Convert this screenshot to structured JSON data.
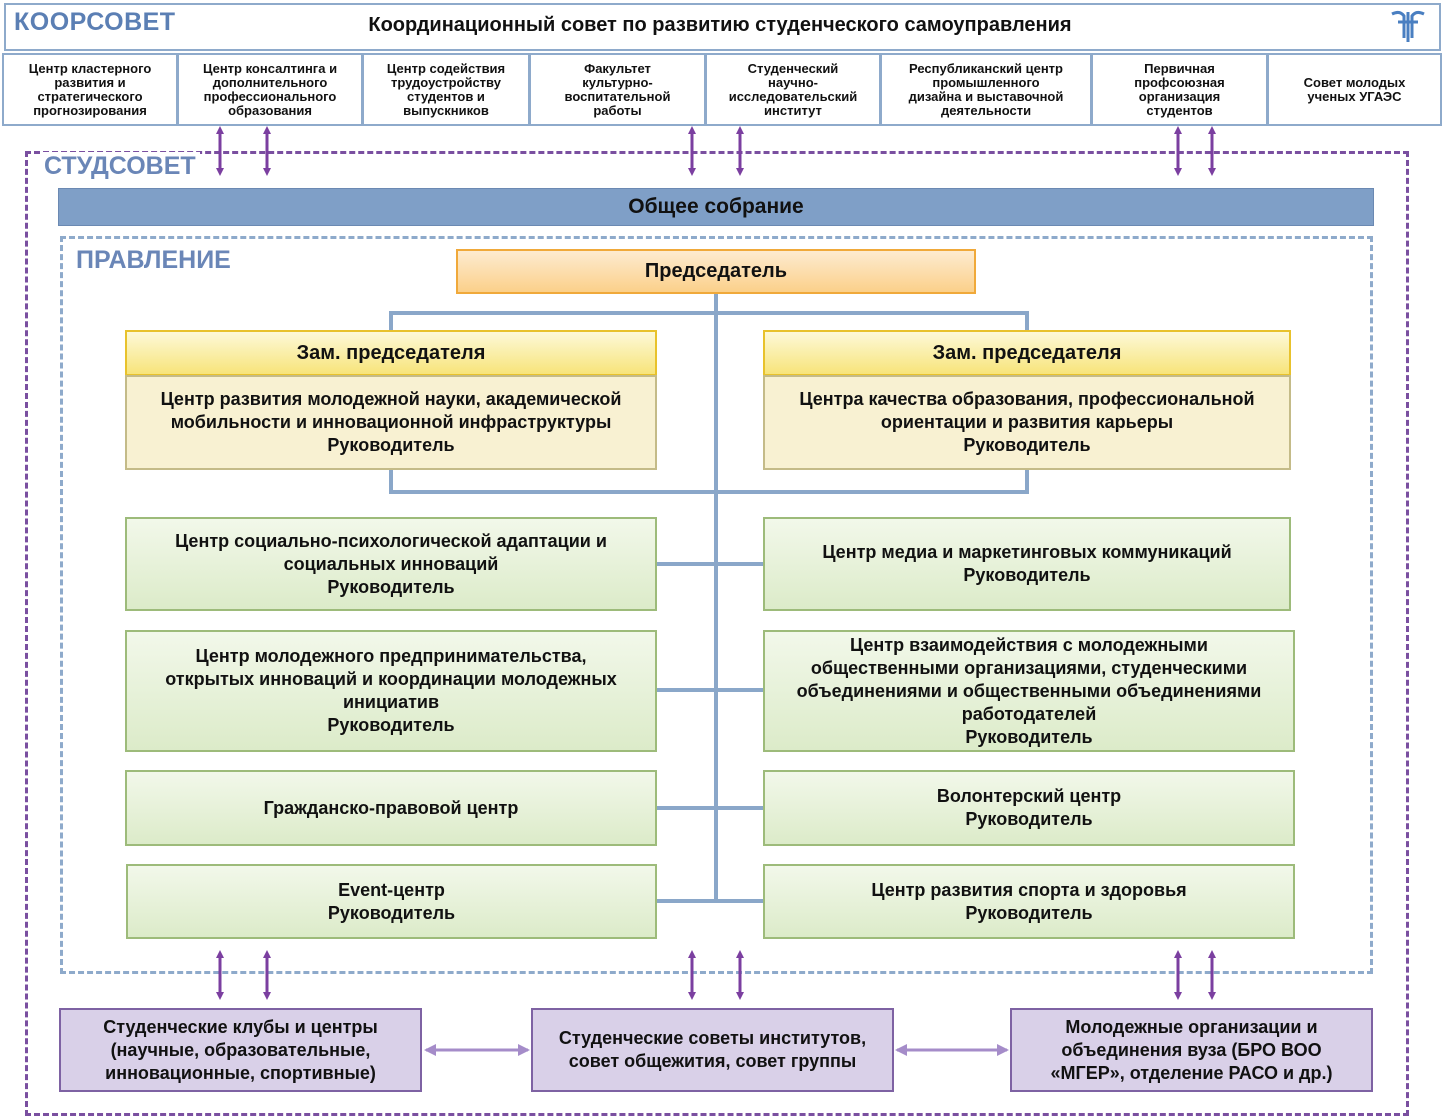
{
  "header": {
    "logo_text": "КООРСОВЕТ",
    "title": "Координационный совет по развитию студенческого самоуправления",
    "cells": [
      "Центр кластерного\nразвития и\nстратегического\nпрогнозирования",
      "Центр консалтинга и\nдополнительного\nпрофессионального\nобразования",
      "Центр содействия\nтрудоустройству\nстудентов и\nвыпускников",
      "Факультет\nкультурно-\nвоспитательной\nработы",
      "Студенческий\nнаучно-\nисследовательский\nинститут",
      "Республиканский центр\nпромышленного\nдизайна и выставочной\nдеятельности",
      "Первичная\nпрофсоюзная\nорганизация\nстудентов",
      "Совет молодых\nученых УГАЭС"
    ]
  },
  "studsovet": {
    "label": "СТУДСОВЕТ",
    "general_assembly": "Общее собрание"
  },
  "pravlenie": {
    "label": "ПРАВЛЕНИЕ",
    "chair": "Председатель",
    "deputies": [
      {
        "title": "Зам. председателя",
        "body": "Центр развития молодежной науки, академической\nмобильности и инновационной инфраструктуры\nРуководитель"
      },
      {
        "title": "Зам. председателя",
        "body": "Центра качества образования, профессиональной\nориентации и развития карьеры\nРуководитель"
      }
    ],
    "left_centers": [
      "Центр социально-психологической адаптации и\nсоциальных инноваций\nРуководитель",
      "Центр молодежного предпринимательства,\nоткрытых инноваций и координации молодежных\nинициатив\nРуководитель",
      "Гражданско-правовой центр",
      "Event-центр\nРуководитель"
    ],
    "right_centers": [
      "Центр медиа и маркетинговых коммуникаций\nРуководитель",
      "Центр взаимодействия с молодежными\nобщественными организациями, студенческими\nобъединениями и общественными объединениями\nработодателей\nРуководитель",
      "Волонтерский центр\nРуководитель",
      "Центр развития спорта и здоровья\nРуководитель"
    ]
  },
  "bottom": [
    "Студенческие клубы и центры\n(научные, образовательные,\nинновационные, спортивные)",
    "Студенческие советы институтов,\nсовет общежития, совет группы",
    "Молодежные организации и\nобъединения вуза (БРО ВОО\n«МГЕР», отделение РАСО и др.)"
  ],
  "colors": {
    "accent_blue": "#7f9fc7",
    "frame_purple": "#7a4fa0",
    "arrow_purple": "#7b3fa0",
    "connector": "#8aa7c9"
  }
}
